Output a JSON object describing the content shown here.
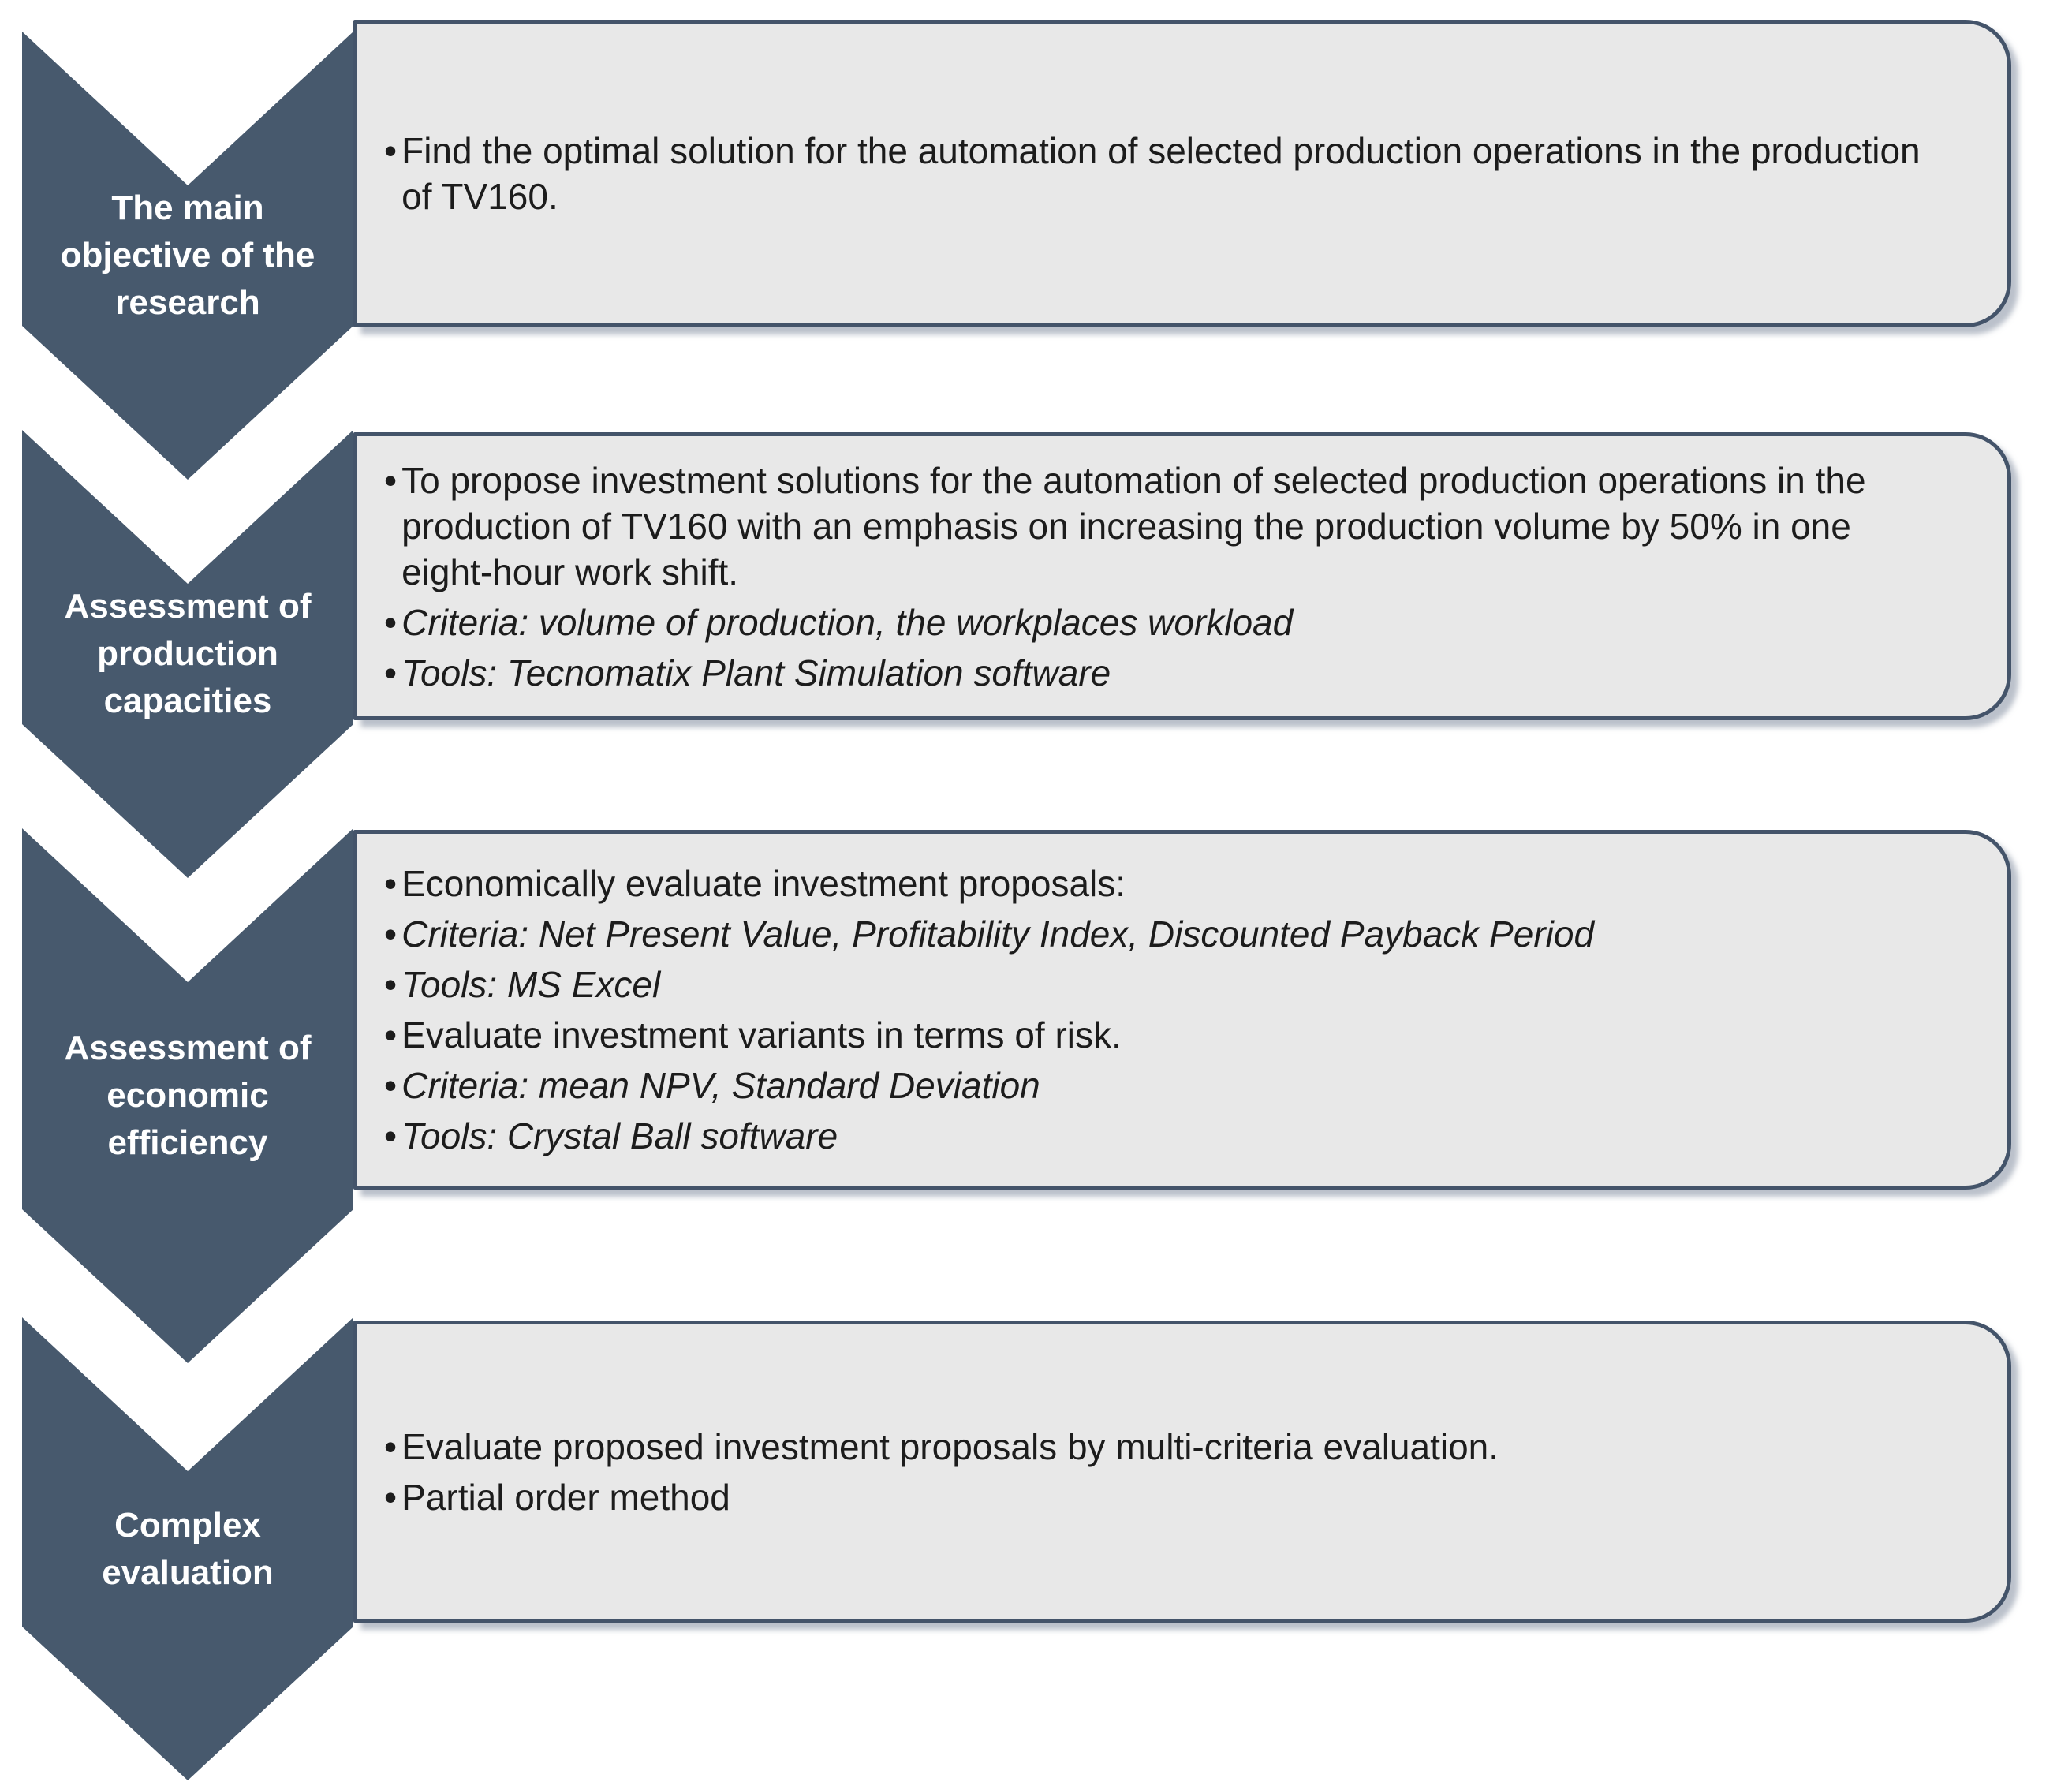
{
  "bullet_char": "•",
  "colors": {
    "chevron_fill": "#47596D",
    "chevron_text": "#FFFFFF",
    "box_fill": "#E8E8E8",
    "box_border": "#44546A",
    "box_text": "#1C1C1C",
    "background": "#FFFFFF"
  },
  "steps": [
    {
      "label": "The main\nobjective of the\nresearch",
      "bullets": [
        {
          "text": "Find the optimal solution for the automation of selected production operations in the production of TV160.",
          "italic": false
        }
      ]
    },
    {
      "label": "Assessment of\nproduction\ncapacities",
      "bullets": [
        {
          "text": "To propose investment solutions for the automation of selected production operations in the production of TV160 with an emphasis on increasing the production volume by 50% in one eight-hour work shift.",
          "italic": false
        },
        {
          "text": "Criteria: volume of production, the workplaces workload",
          "italic": true
        },
        {
          "text": "Tools: Tecnomatix Plant Simulation software",
          "italic": true
        }
      ]
    },
    {
      "label": "Assessment of\neconomic\nefficiency",
      "bullets": [
        {
          "text": "Economically evaluate investment proposals:",
          "italic": false
        },
        {
          "text": "Criteria: Net Present Value, Profitability Index, Discounted Payback Period",
          "italic": true
        },
        {
          "text": "Tools: MS Excel",
          "italic": true
        },
        {
          "text": "Evaluate investment variants in terms of risk.",
          "italic": false
        },
        {
          "text": "Criteria: mean NPV, Standard Deviation",
          "italic": true
        },
        {
          "text": "Tools: Crystal Ball software",
          "italic": true
        }
      ]
    },
    {
      "label": "Complex\nevaluation",
      "bullets": [
        {
          "text": "Evaluate proposed investment proposals by multi-criteria evaluation.",
          "italic": false
        },
        {
          "text": "Partial order method",
          "italic": false
        }
      ]
    }
  ]
}
